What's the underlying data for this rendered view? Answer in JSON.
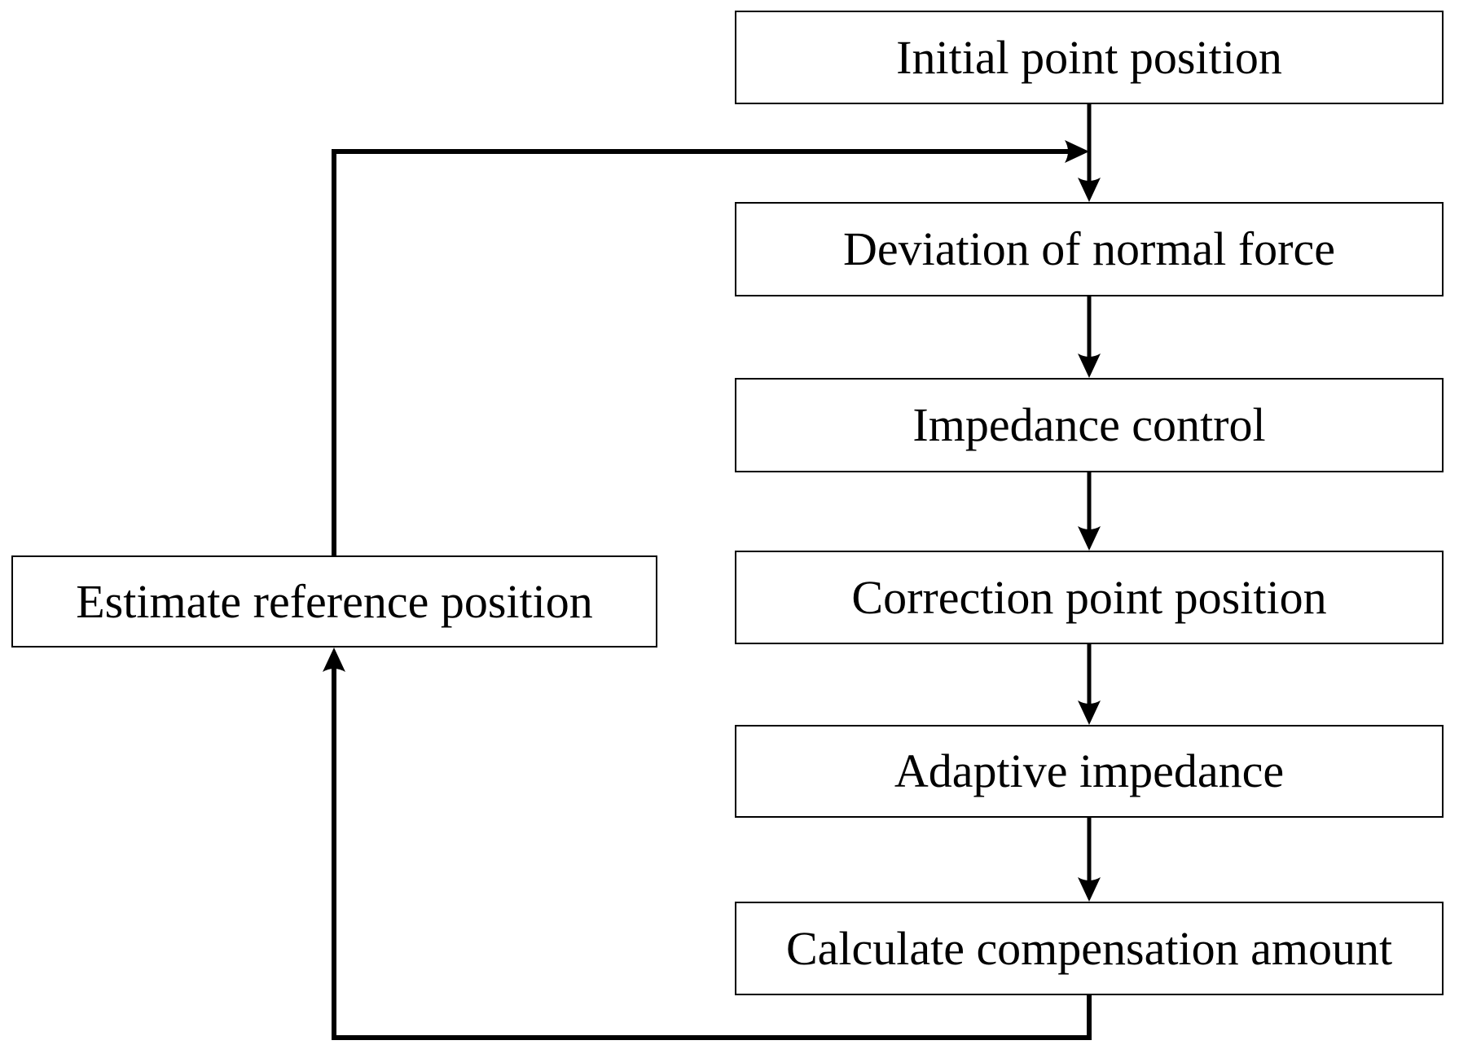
{
  "figure": {
    "background": "#ffffff",
    "box_fill": "#ffffff",
    "box_border_color": "#000000",
    "line_color": "#000000",
    "text_color": "#000000"
  },
  "diagram": {
    "nodes": {
      "initial": {
        "label": "Initial point position"
      },
      "deviation": {
        "label": "Deviation of normal force"
      },
      "impedance": {
        "label": "Impedance control"
      },
      "correction": {
        "label": "Correction point position"
      },
      "adaptive": {
        "label": "Adaptive impedance"
      },
      "calculate": {
        "label": "Calculate compensation amount"
      },
      "estimate": {
        "label": "Estimate reference position"
      }
    },
    "edges": [
      {
        "from": "initial",
        "to": "deviation",
        "shape": "straight-down-arrow"
      },
      {
        "from": "deviation",
        "to": "impedance",
        "shape": "straight-down-arrow"
      },
      {
        "from": "impedance",
        "to": "correction",
        "shape": "straight-down-arrow"
      },
      {
        "from": "correction",
        "to": "adaptive",
        "shape": "straight-down-arrow"
      },
      {
        "from": "adaptive",
        "to": "calculate",
        "shape": "straight-down-arrow"
      },
      {
        "from": "calculate",
        "to": "estimate",
        "shape": "elbow-bottom-left-up-arrow"
      },
      {
        "from": "estimate",
        "to": "deviation",
        "shape": "elbow-up-right-arrow-joins-initial-deviation-line"
      }
    ]
  }
}
